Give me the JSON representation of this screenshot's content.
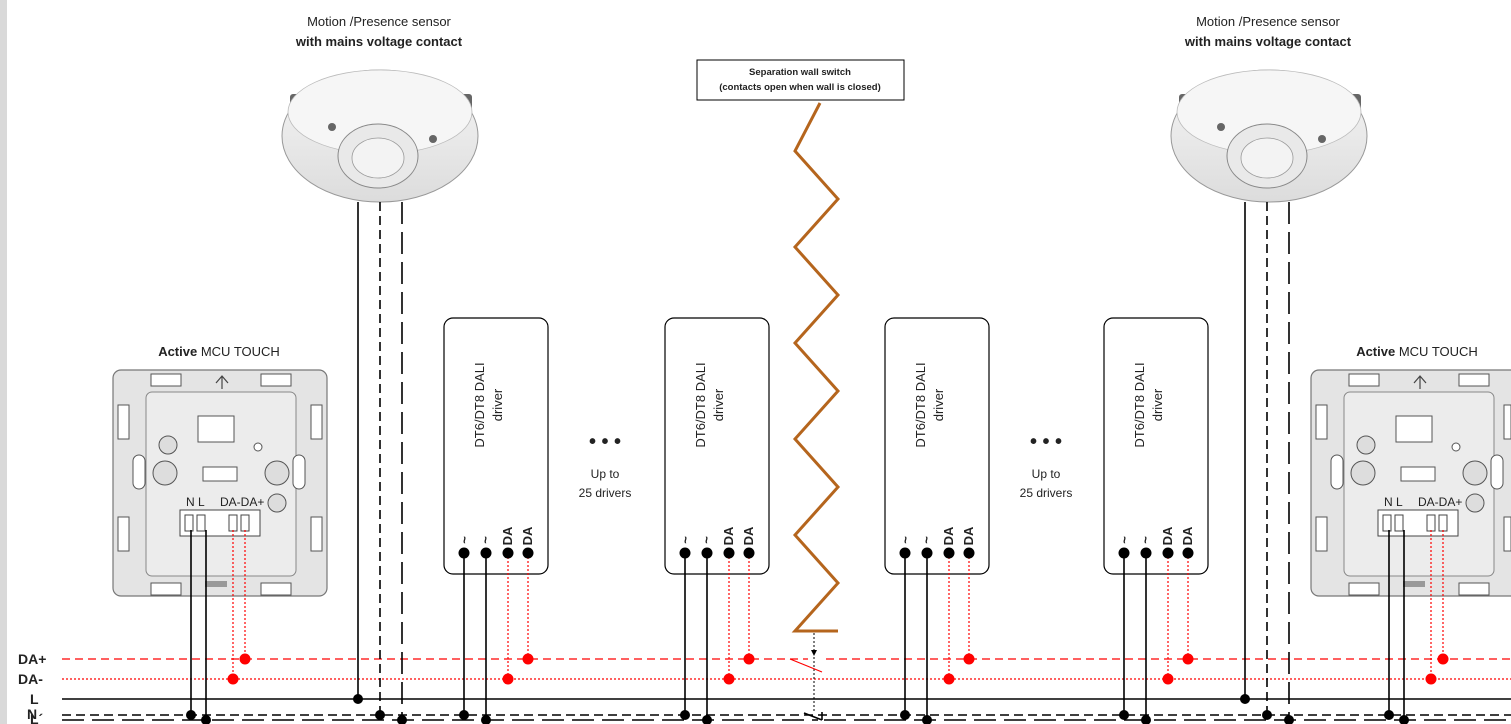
{
  "sensors": [
    {
      "title": "Motion /Presence sensor",
      "subtitle": "with mains voltage contact"
    },
    {
      "title": "Motion /Presence sensor",
      "subtitle": "with mains voltage contact"
    }
  ],
  "controllers": [
    {
      "title_bold": "Active",
      "title_rest": " MCU TOUCH",
      "terminals_left": "N L",
      "terminals_right": "DA-DA+"
    },
    {
      "title_bold": "Active",
      "title_rest": " MCU TOUCH",
      "terminals_left": "N L",
      "terminals_right": "DA-DA+"
    }
  ],
  "driver": {
    "line1": "DT6/DT8 DALI",
    "line2": "driver",
    "terminals": [
      "~",
      "~",
      "DA",
      "DA"
    ]
  },
  "driver_count": 4,
  "ellipsis": "• • •",
  "up_to": {
    "line1": "Up to",
    "line2": "25 drivers"
  },
  "wall_switch": {
    "line1": "Separation wall switch",
    "line2": "(contacts open when wall is closed)"
  },
  "bus_labels": [
    "DA+",
    "DA-",
    "L",
    "N",
    "L´"
  ],
  "colors": {
    "dali": "#ff0000",
    "mains": "#000000",
    "wall": "#b5651d",
    "device_gray": "#e4e4e4"
  }
}
